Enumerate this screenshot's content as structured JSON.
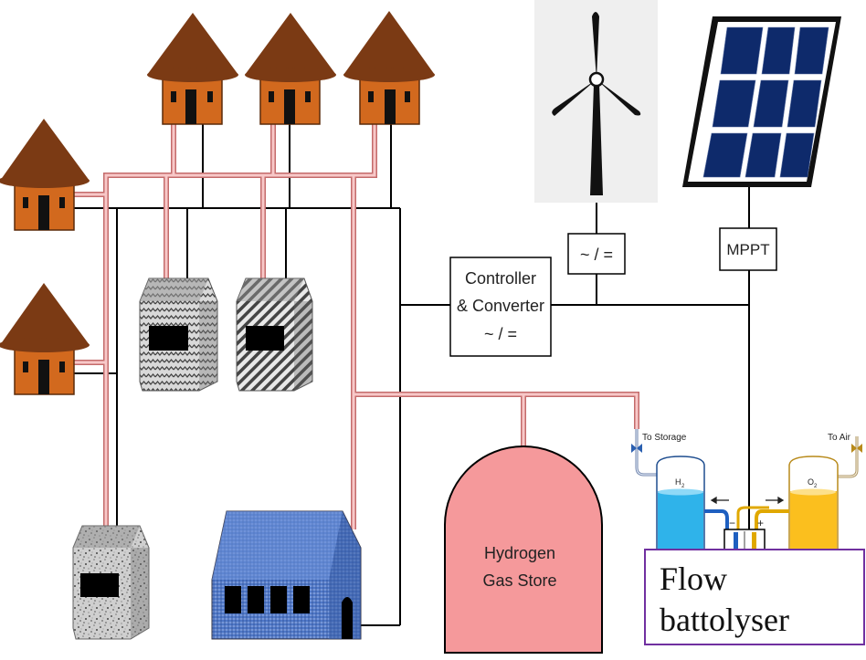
{
  "labels": {
    "controller_line1": "Controller",
    "controller_line2": "& Converter",
    "controller_line3": "~ / =",
    "wind_converter": "~ / =",
    "mppt": "MPPT",
    "store_line1": "Hydrogen",
    "store_line2": "Gas Store",
    "to_storage": "To Storage",
    "to_air": "To Air",
    "h2_base": "H",
    "h2_sub": "2",
    "o2_base": "O",
    "o2_sub": "2",
    "minus": "−",
    "plus": "+",
    "battolyser_line1": "Flow",
    "battolyser_line2": "battolyser"
  },
  "colors": {
    "gas_pipe": "#f4b6b6",
    "gas_pipe_edge": "#c46b6b",
    "roof": "#7b3a14",
    "hut_wall": "#d2691e",
    "solar_cell": "#0e2a6b",
    "store_fill": "#f5999b",
    "h2_liquid": "#2fb3ea",
    "o2_liquid": "#fbbf1e",
    "battolyser_border": "#7030a0",
    "school_fill": "#4f78c8"
  }
}
